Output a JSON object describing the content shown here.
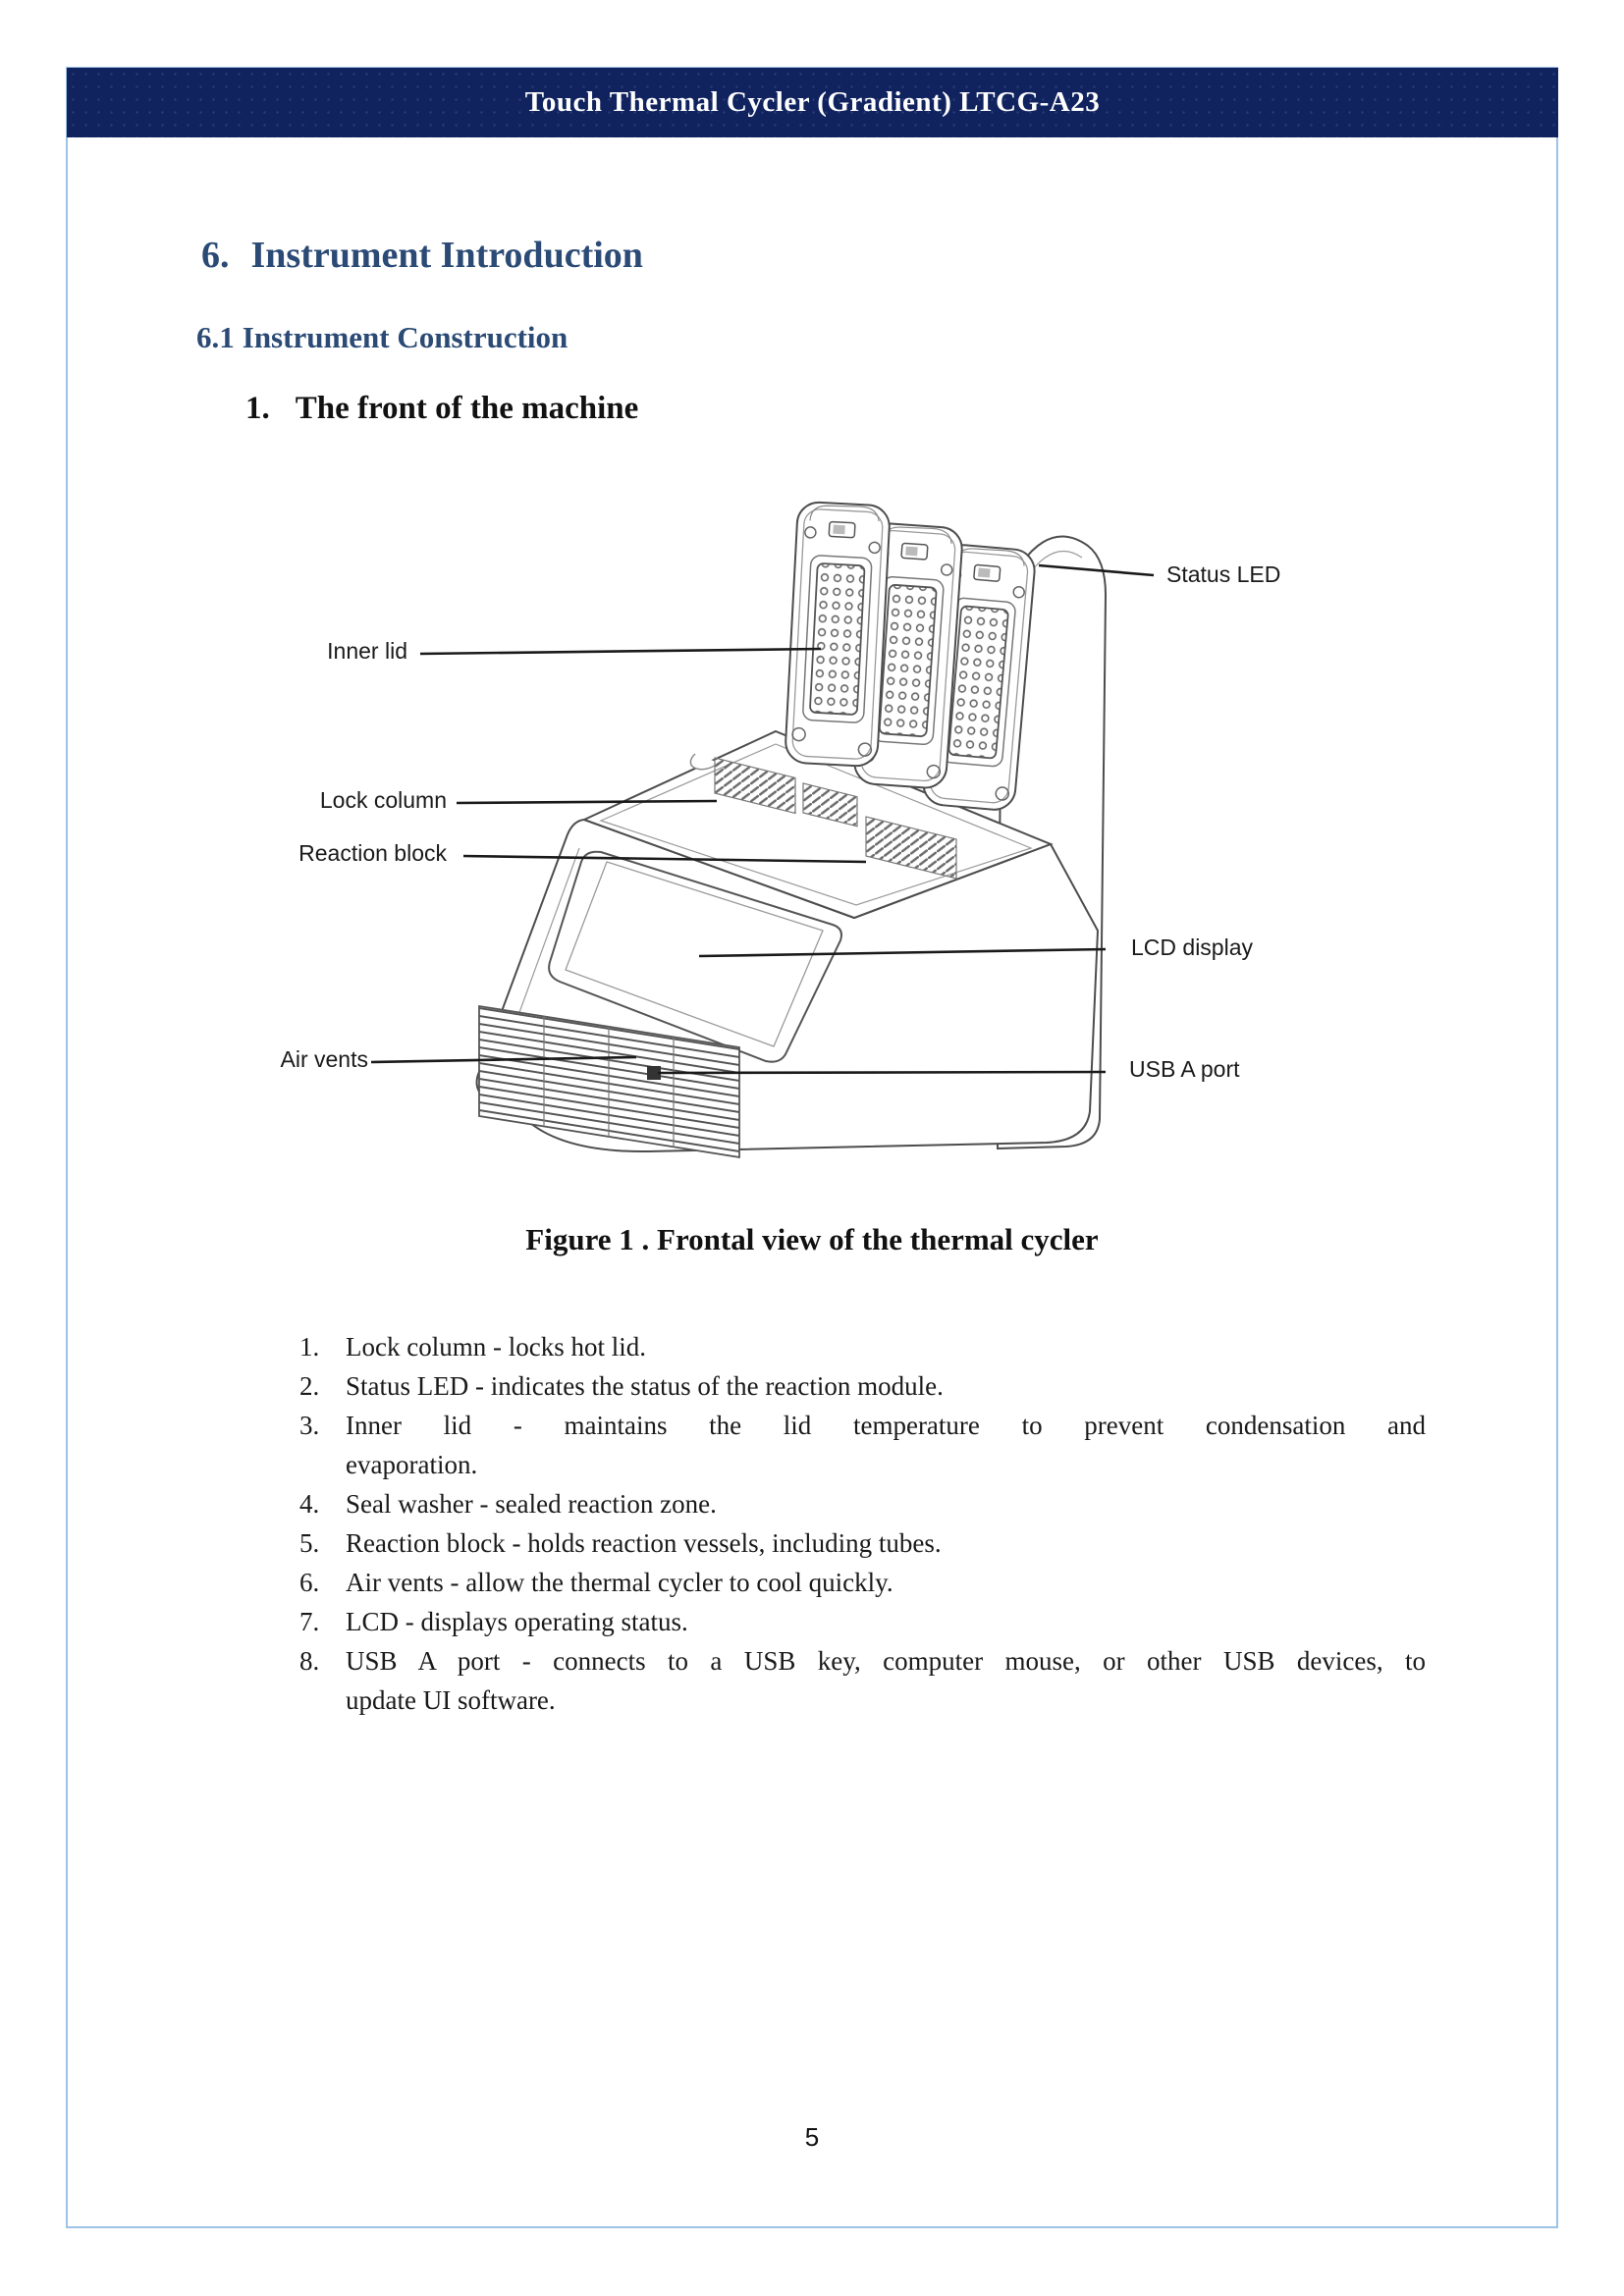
{
  "header": {
    "title": "Touch Thermal Cycler (Gradient) LTCG-A23"
  },
  "sections": {
    "h1": {
      "number": "6.",
      "title": "Instrument Introduction"
    },
    "h2": {
      "number": "6.1",
      "title": "Instrument Construction"
    },
    "h3": {
      "number": "1.",
      "title": "The front of the machine"
    }
  },
  "figure": {
    "caption": "Figure 1 . Frontal view of the thermal cycler",
    "labels": {
      "inner_lid": "Inner lid",
      "lock_column": "Lock column",
      "reaction_block": "Reaction block",
      "air_vents": "Air vents",
      "status_led": "Status LED",
      "lcd_display": "LCD display",
      "usb_a_port": "USB A port"
    }
  },
  "list": {
    "items": [
      {
        "num": "1.",
        "lines": [
          "Lock column - locks hot lid."
        ]
      },
      {
        "num": "2.",
        "lines": [
          "Status LED - indicates the status of the reaction module."
        ]
      },
      {
        "num": "3.",
        "lines": [
          "Inner lid - maintains the lid temperature to prevent condensation and",
          "evaporation."
        ]
      },
      {
        "num": "4.",
        "lines": [
          "Seal washer - sealed reaction zone."
        ]
      },
      {
        "num": "5.",
        "lines": [
          "Reaction block - holds reaction vessels, including tubes."
        ]
      },
      {
        "num": "6.",
        "lines": [
          "Air vents - allow the thermal cycler to cool quickly."
        ]
      },
      {
        "num": "7.",
        "lines": [
          "LCD - displays operating status."
        ]
      },
      {
        "num": "8.",
        "lines": [
          "USB A port - connects to a USB key, computer mouse, or other USB devices, to",
          "update UI software."
        ]
      }
    ]
  },
  "footer": {
    "page_number": "5"
  },
  "colors": {
    "header_bg": "#10235f",
    "page_border": "#9dc3e6",
    "heading_blue": "#2b4a75",
    "text": "#1a1a1a"
  }
}
